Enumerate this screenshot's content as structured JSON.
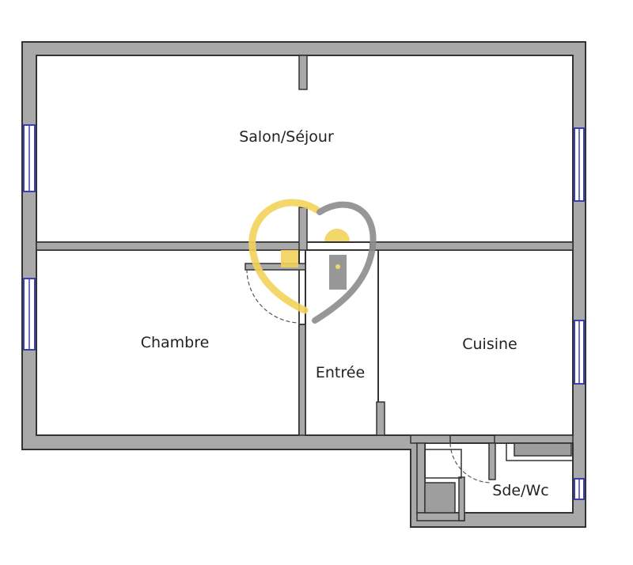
{
  "rooms": {
    "salon": "Salon/Séjour",
    "chambre": "Chambre",
    "entree": "Entrée",
    "cuisine": "Cuisine",
    "sde_wc": "Sde/Wc"
  },
  "colors": {
    "wall": "#a9a9a9",
    "wall_outline": "#333333",
    "window": "#3b3fb5",
    "logo_gold": "#f2d35c",
    "logo_grey": "#8c8c8c"
  },
  "icons": [
    "house-heart-logo-icon",
    "door-swing-icon",
    "shower-tray-icon",
    "worktop-icon"
  ]
}
